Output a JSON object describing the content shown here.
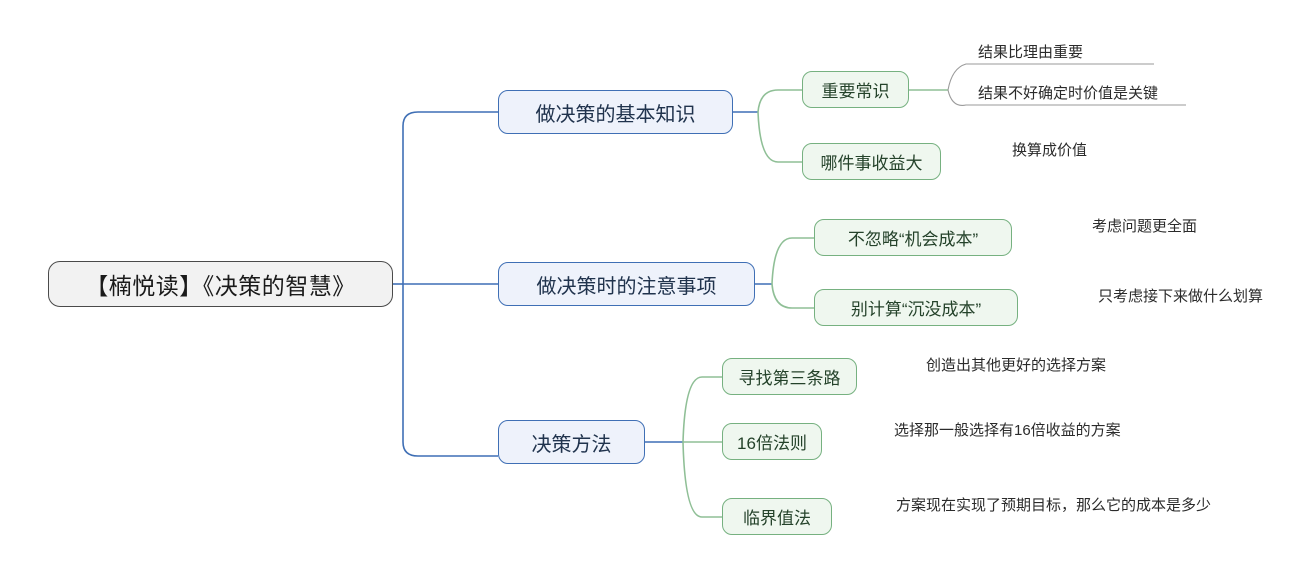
{
  "diagram": {
    "type": "mind-map",
    "title": "【楠悦读】《决策的智慧》",
    "colors": {
      "root_border": "#4a4a4a",
      "root_fill": "#f2f2f2",
      "level2_border": "#3f6fb5",
      "level2_fill": "#eef2fb",
      "level3_border": "#76b180",
      "level3_fill": "#eff7ef",
      "leaf_underline": "#9a9a9a",
      "background": "#ffffff"
    },
    "root": {
      "label": "【楠悦读】《决策的智慧》"
    },
    "branches": [
      {
        "label": "做决策的基本知识",
        "children": [
          {
            "label": "重要常识",
            "leaves": [
              {
                "label": "结果比理由重要"
              },
              {
                "label": "结果不好确定时价值是关键"
              }
            ]
          },
          {
            "label": "哪件事收益大",
            "leaves": [
              {
                "label": "换算成价值"
              }
            ]
          }
        ]
      },
      {
        "label": "做决策时的注意事项",
        "children": [
          {
            "label": "不忽略“机会成本”",
            "leaves": [
              {
                "label": "考虑问题更全面"
              }
            ]
          },
          {
            "label": "别计算“沉没成本”",
            "leaves": [
              {
                "label": "只考虑接下来做什么划算"
              }
            ]
          }
        ]
      },
      {
        "label": "决策方法",
        "children": [
          {
            "label": "寻找第三条路",
            "leaves": [
              {
                "label": "创造出其他更好的选择方案"
              }
            ]
          },
          {
            "label": "16倍法则",
            "leaves": [
              {
                "label": "选择那一般选择有16倍收益的方案"
              }
            ]
          },
          {
            "label": "临界值法",
            "leaves": [
              {
                "label": "方案现在实现了预期目标，那么它的成本是多少"
              }
            ]
          }
        ]
      }
    ]
  }
}
